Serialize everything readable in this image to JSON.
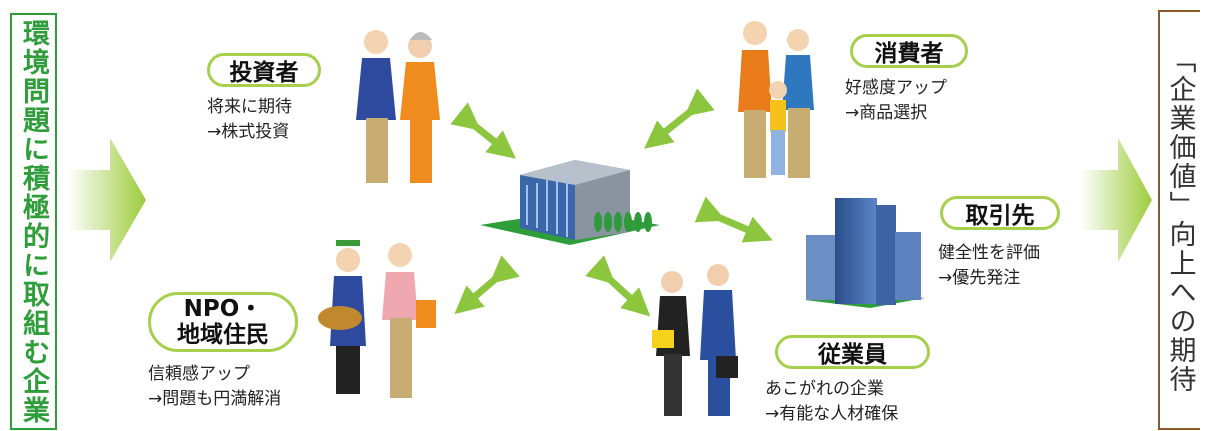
{
  "left_label": "環境問題に積極的に取組む企業",
  "right_label": "「企業価値」向上への期待",
  "stakeholders": {
    "investor": {
      "label": "投資者",
      "line1": "将来に期待",
      "line2": "→株式投資"
    },
    "consumer": {
      "label": "消費者",
      "line1": "好感度アップ",
      "line2": "→商品選択"
    },
    "supplier": {
      "label": "取引先",
      "line1": "健全性を評価",
      "line2": "→優先発注"
    },
    "employee": {
      "label": "従業員",
      "line1": "あこがれの企業",
      "line2": "→有能な人材確保"
    },
    "npo": {
      "label_line1": "NPO・",
      "label_line2": "地域住民",
      "line1": "信頼感アップ",
      "line2": "→問題も円満解消"
    }
  },
  "colors": {
    "accent_green": "#2f9e3a",
    "pill_border": "#a6cf4c",
    "arrow_green": "#8cc63f",
    "brown": "#8b5a2b"
  }
}
